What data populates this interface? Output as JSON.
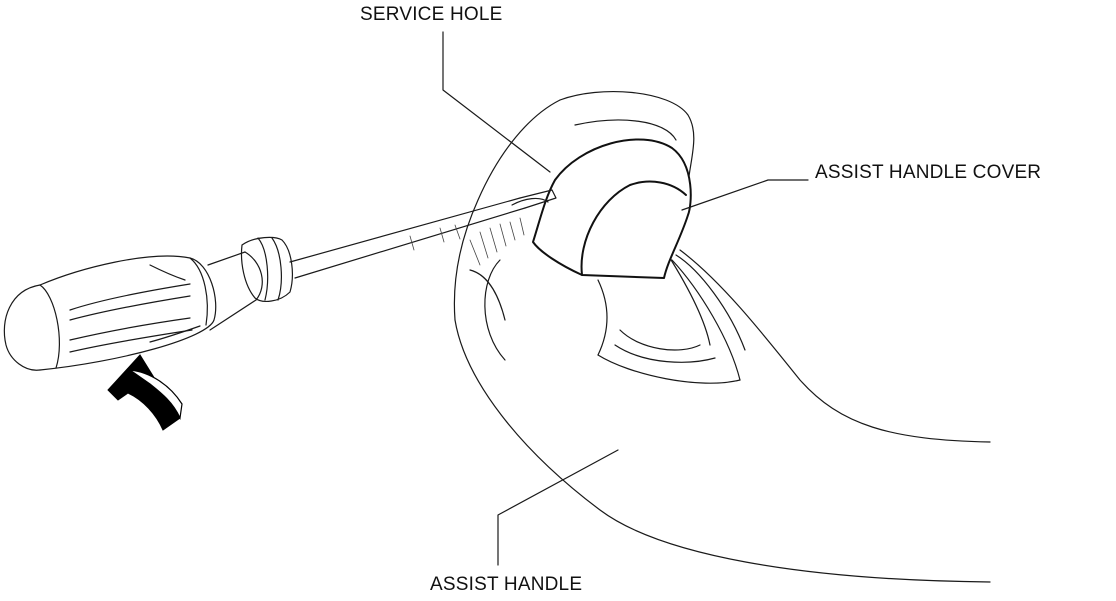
{
  "labels": {
    "service_hole": "SERVICE HOLE",
    "assist_handle_cover": "ASSIST HANDLE COVER",
    "assist_handle": "ASSIST HANDLE"
  },
  "colors": {
    "line": "#1a1a1a",
    "arrow_fill": "#000000",
    "background": "#ffffff"
  }
}
